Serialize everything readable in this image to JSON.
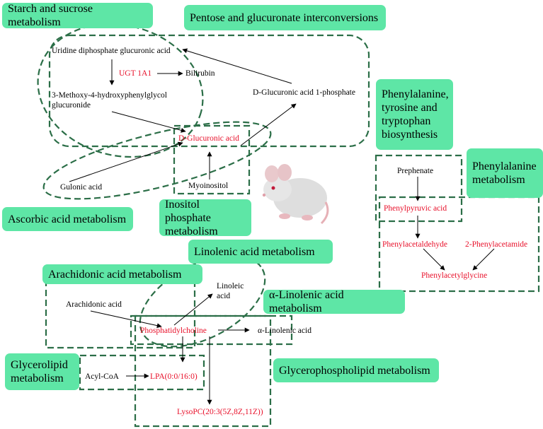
{
  "colors": {
    "label_bg": "#5ee6a6",
    "dashed_outline": "#2b6e47",
    "highlight_text": "#e8102a",
    "text": "#000000"
  },
  "pathways": {
    "starch": "Starch and sucrose metabolism",
    "pentose": "Pentose and glucuronate interconversions",
    "phe_tyr_trp": "Phenylalanine, tyrosine and tryptophan biosynthesis",
    "phenylalanine": "Phenylalanine metabolism",
    "ascorbic": "Ascorbic acid metabolism",
    "inositol": "Inositol phosphate metabolism",
    "linolenic": "Linolenic acid metabolism",
    "arachidonic": "Arachidonic acid metabolism",
    "alpha_linolenic": "α-Linolenic acid metabolism",
    "glycerolipid": "Glycerolipid metabolism",
    "glycerophospholipid": "Glycerophospholipid metabolism"
  },
  "metabolites": {
    "udp_glucuronic": "Uridine diphosphate glucuronic acid",
    "ugt1a1": "UGT 1A1",
    "bilirubin": "Bilirubin",
    "mhpg_glucuronide": "3-Methoxy-4-hydroxyphenylglycol glucuronide",
    "glucuronic_1p": "D-Glucuronic acid 1-phosphate",
    "glucuronic": "D-Glucuronic acid",
    "gulonic": "Gulonic acid",
    "myoinositol": "Myoinositol",
    "prephenate": "Prephenate",
    "phenylpyruvic": "Phenylpyruvic acid",
    "phenylacetaldehyde": "Phenylacetaldehyde",
    "phenylacetamide": "2-Phenylacetamide",
    "phenylacetylglycine": "Phenylacetylglycine",
    "linoleic": "Linoleic acid",
    "arachidonic_acid": "Arachidonic acid",
    "phosphatidylcholine": "Phosphatidylcholine",
    "alpha_linolenic_acid": "α-Linolenic acid",
    "acyl_coa": "Acyl-CoA",
    "lpa": "LPA(0:0/16:0)",
    "lysopc": "LysoPC(20:3(5Z,8Z,11Z))"
  }
}
